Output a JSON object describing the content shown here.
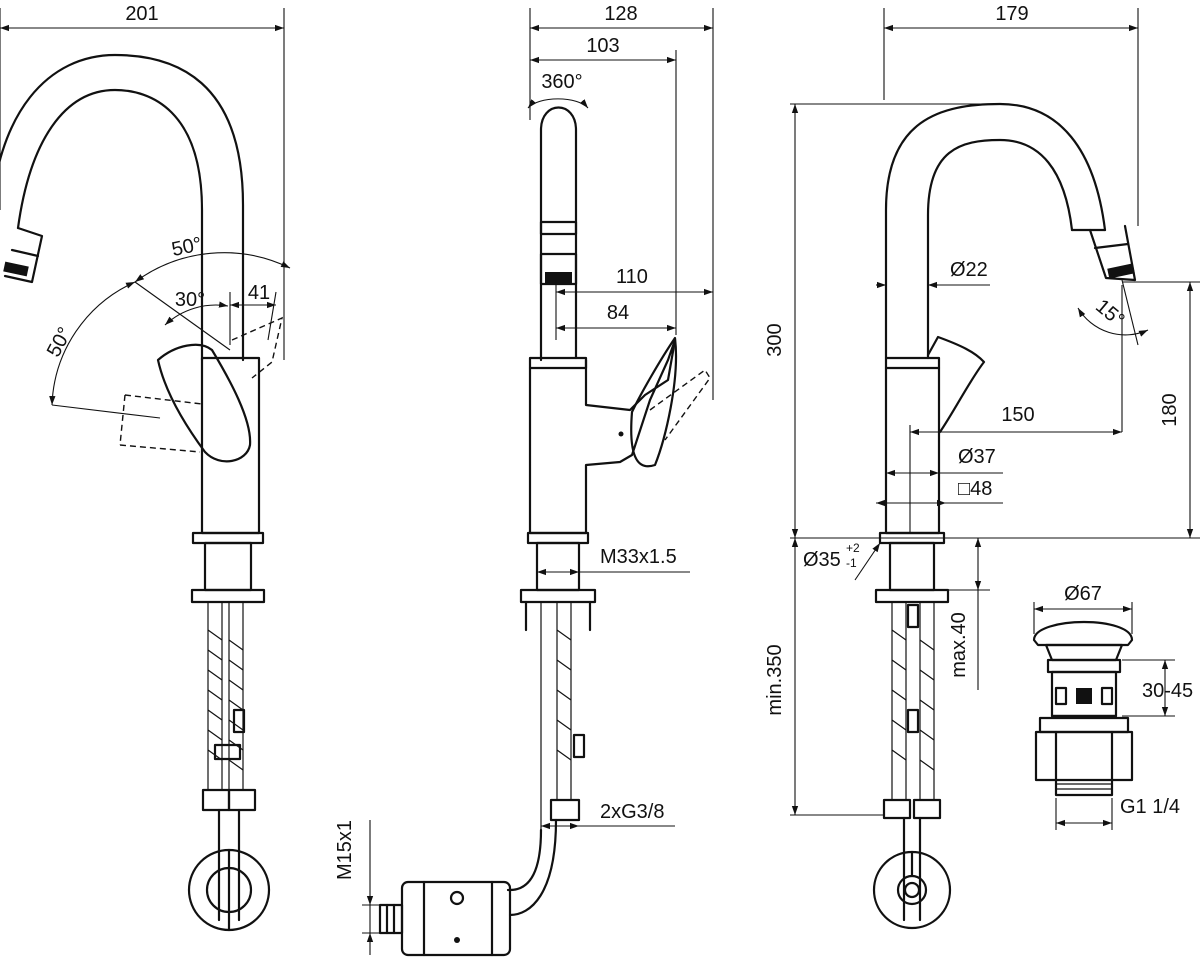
{
  "drawing": {
    "front": {
      "width": "201",
      "swivel_left": "50°",
      "swivel_right": "50°",
      "lever_angle": "30°",
      "lever_width": "41"
    },
    "side": {
      "depth": "128",
      "spout_depth": "103",
      "rotation": "360°",
      "lever_throw": "110",
      "lever_reach": "84",
      "thread": "M33x1.5",
      "connectors": "2xG3/8",
      "valve_thread": "M15x1"
    },
    "profile": {
      "width": "179",
      "height": "300",
      "spout_diameter": "Ø22",
      "spout_tilt": "15°",
      "projection": "150",
      "outlet_height": "180",
      "body_diameter": "Ø37",
      "base_square": "□48",
      "hole_diameter": "Ø35",
      "hole_tol_plus": "+2",
      "hole_tol_minus": "-1",
      "deck_max": "max.40",
      "under_min": "min.350"
    },
    "waste": {
      "cap_diameter": "Ø67",
      "range": "30-45",
      "thread": "G1 1/4"
    }
  }
}
